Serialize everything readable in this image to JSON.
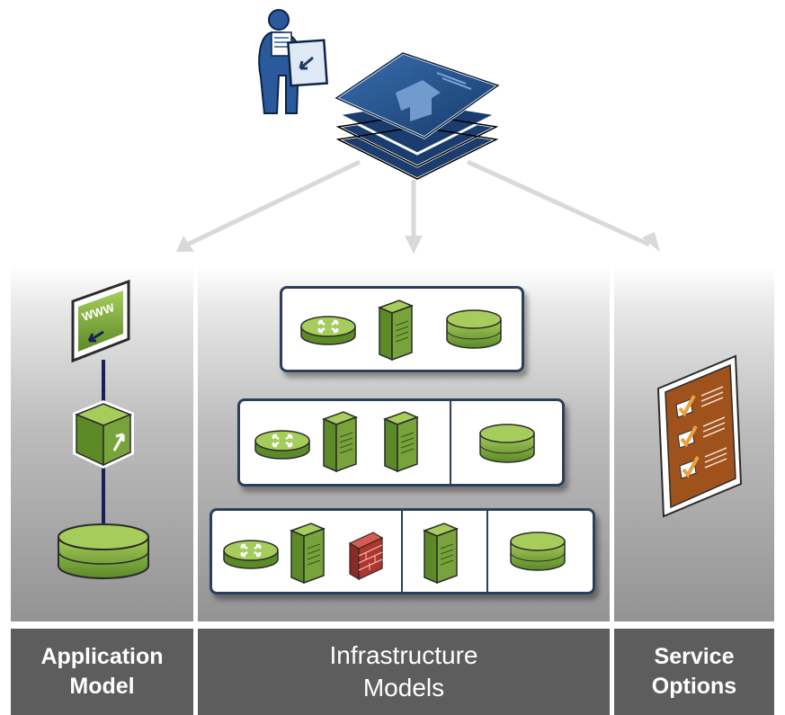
{
  "labels": {
    "application": [
      "Application",
      "Model"
    ],
    "infrastructure": [
      "Infrastructure",
      "Models"
    ],
    "service": [
      "Service",
      "Options"
    ]
  },
  "icons": {
    "blueprint": "stacked-blueprint-pages-icon",
    "architect": "architect-person-icon",
    "web": "www-monitor-icon",
    "app": "application-cube-icon",
    "database": "database-cylinder-icon",
    "router": "router-icon",
    "server": "server-tower-icon",
    "firewall": "firewall-brick-icon",
    "checklist": "checklist-clipboard-icon"
  },
  "colors": {
    "accent_green": "#78a33a",
    "navy": "#1f3a64",
    "label_bg": "#5d5d5d",
    "checklist_brown": "#a0521d"
  }
}
